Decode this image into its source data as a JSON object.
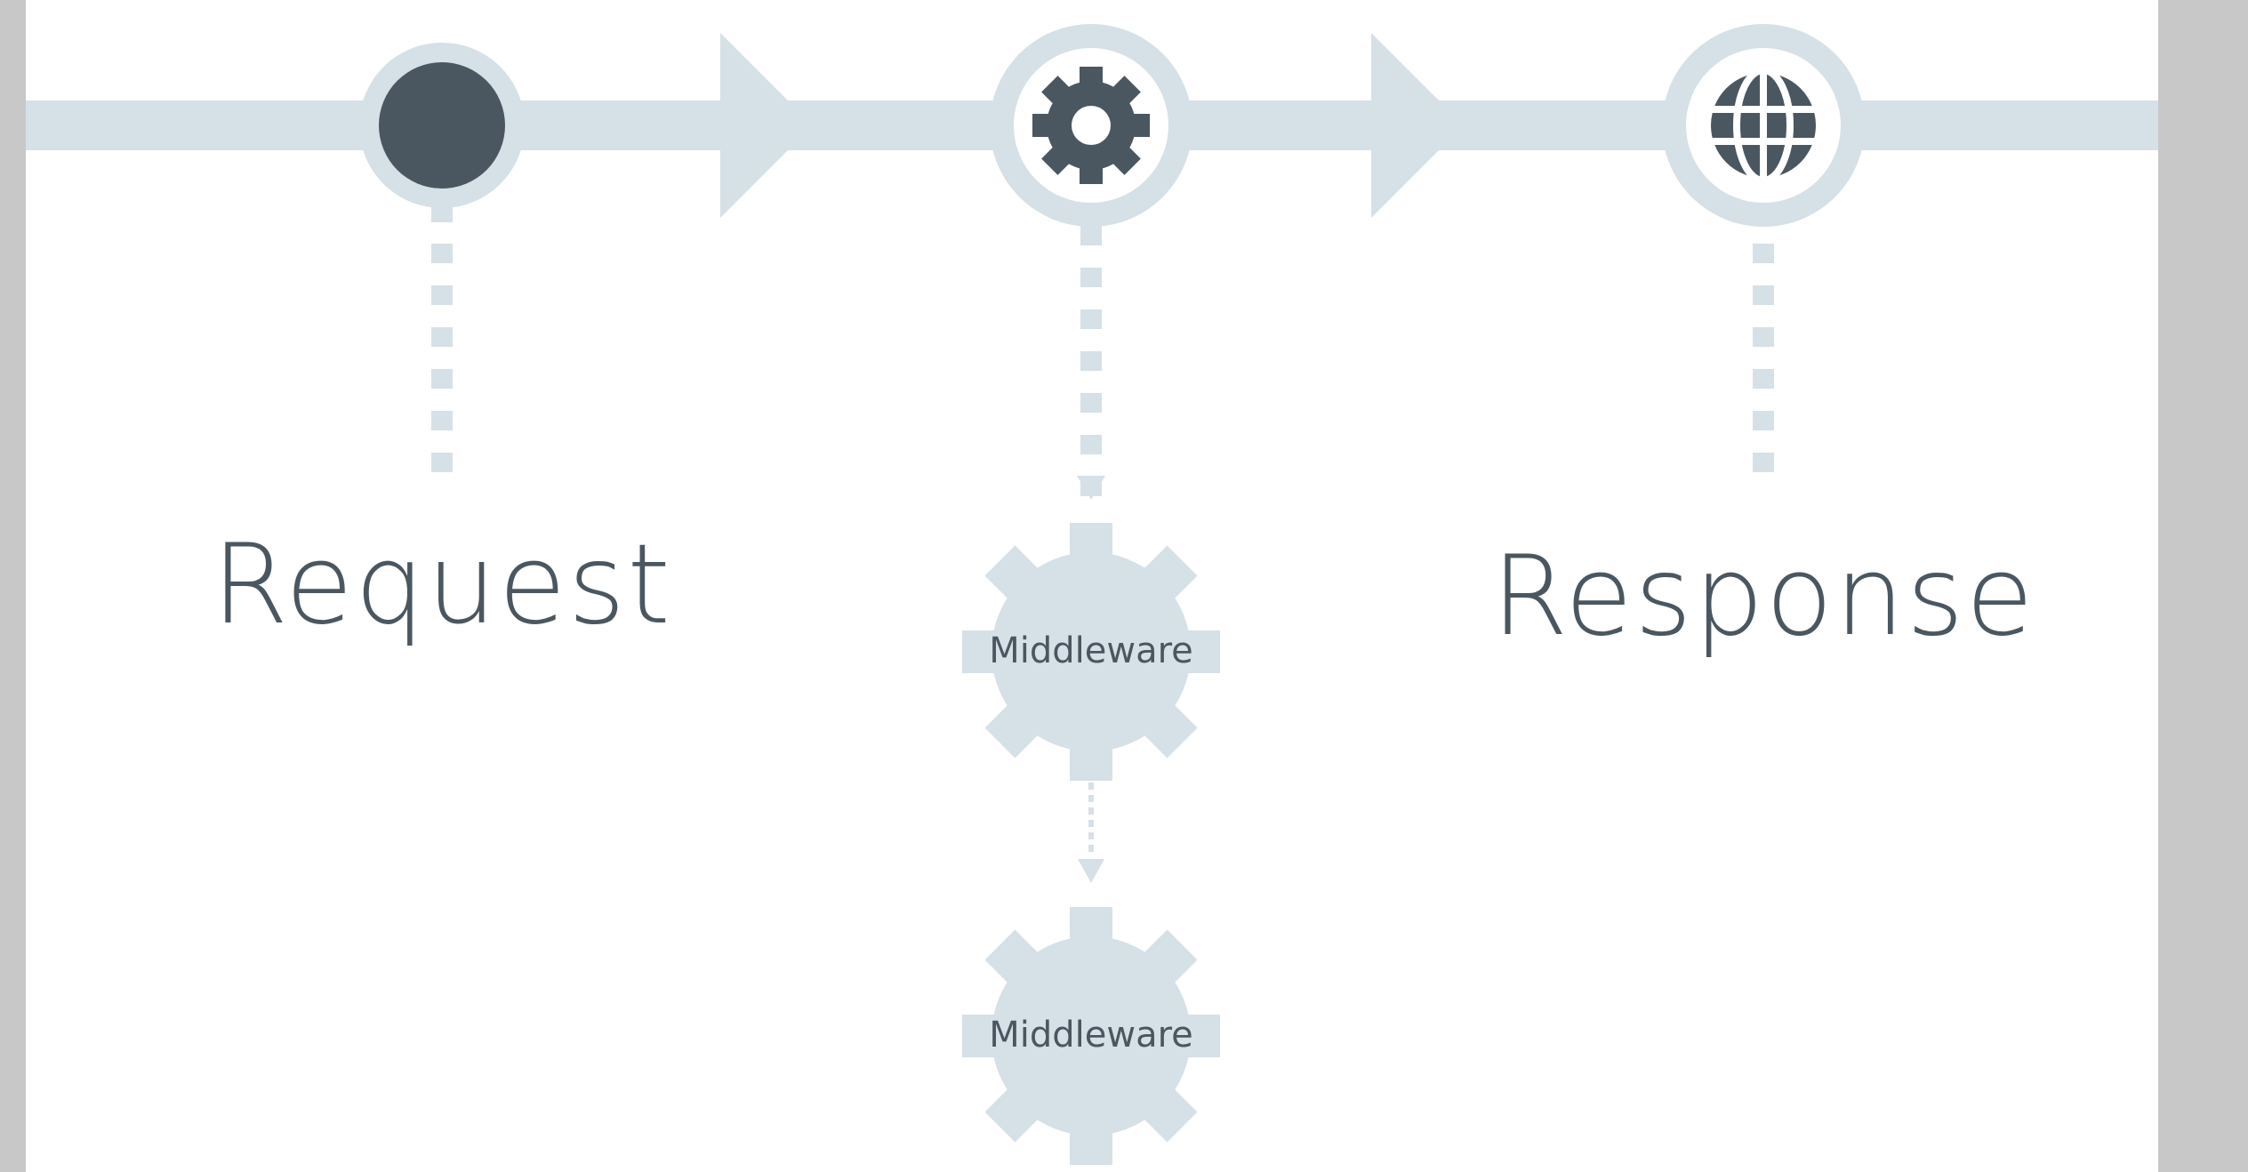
{
  "diagram": {
    "request_label": "Request",
    "response_label": "Response",
    "middleware_1_label": "Middleware",
    "middleware_2_label": "Middleware"
  },
  "colors": {
    "track": "#d6e0e7",
    "icon": "#4b5760",
    "label": "#4b5760",
    "page_background": "#ffffff",
    "outer_background": "#c8c8c8"
  },
  "icons": {
    "request": "filled-circle",
    "process": "gear-icon",
    "response": "globe-icon"
  }
}
